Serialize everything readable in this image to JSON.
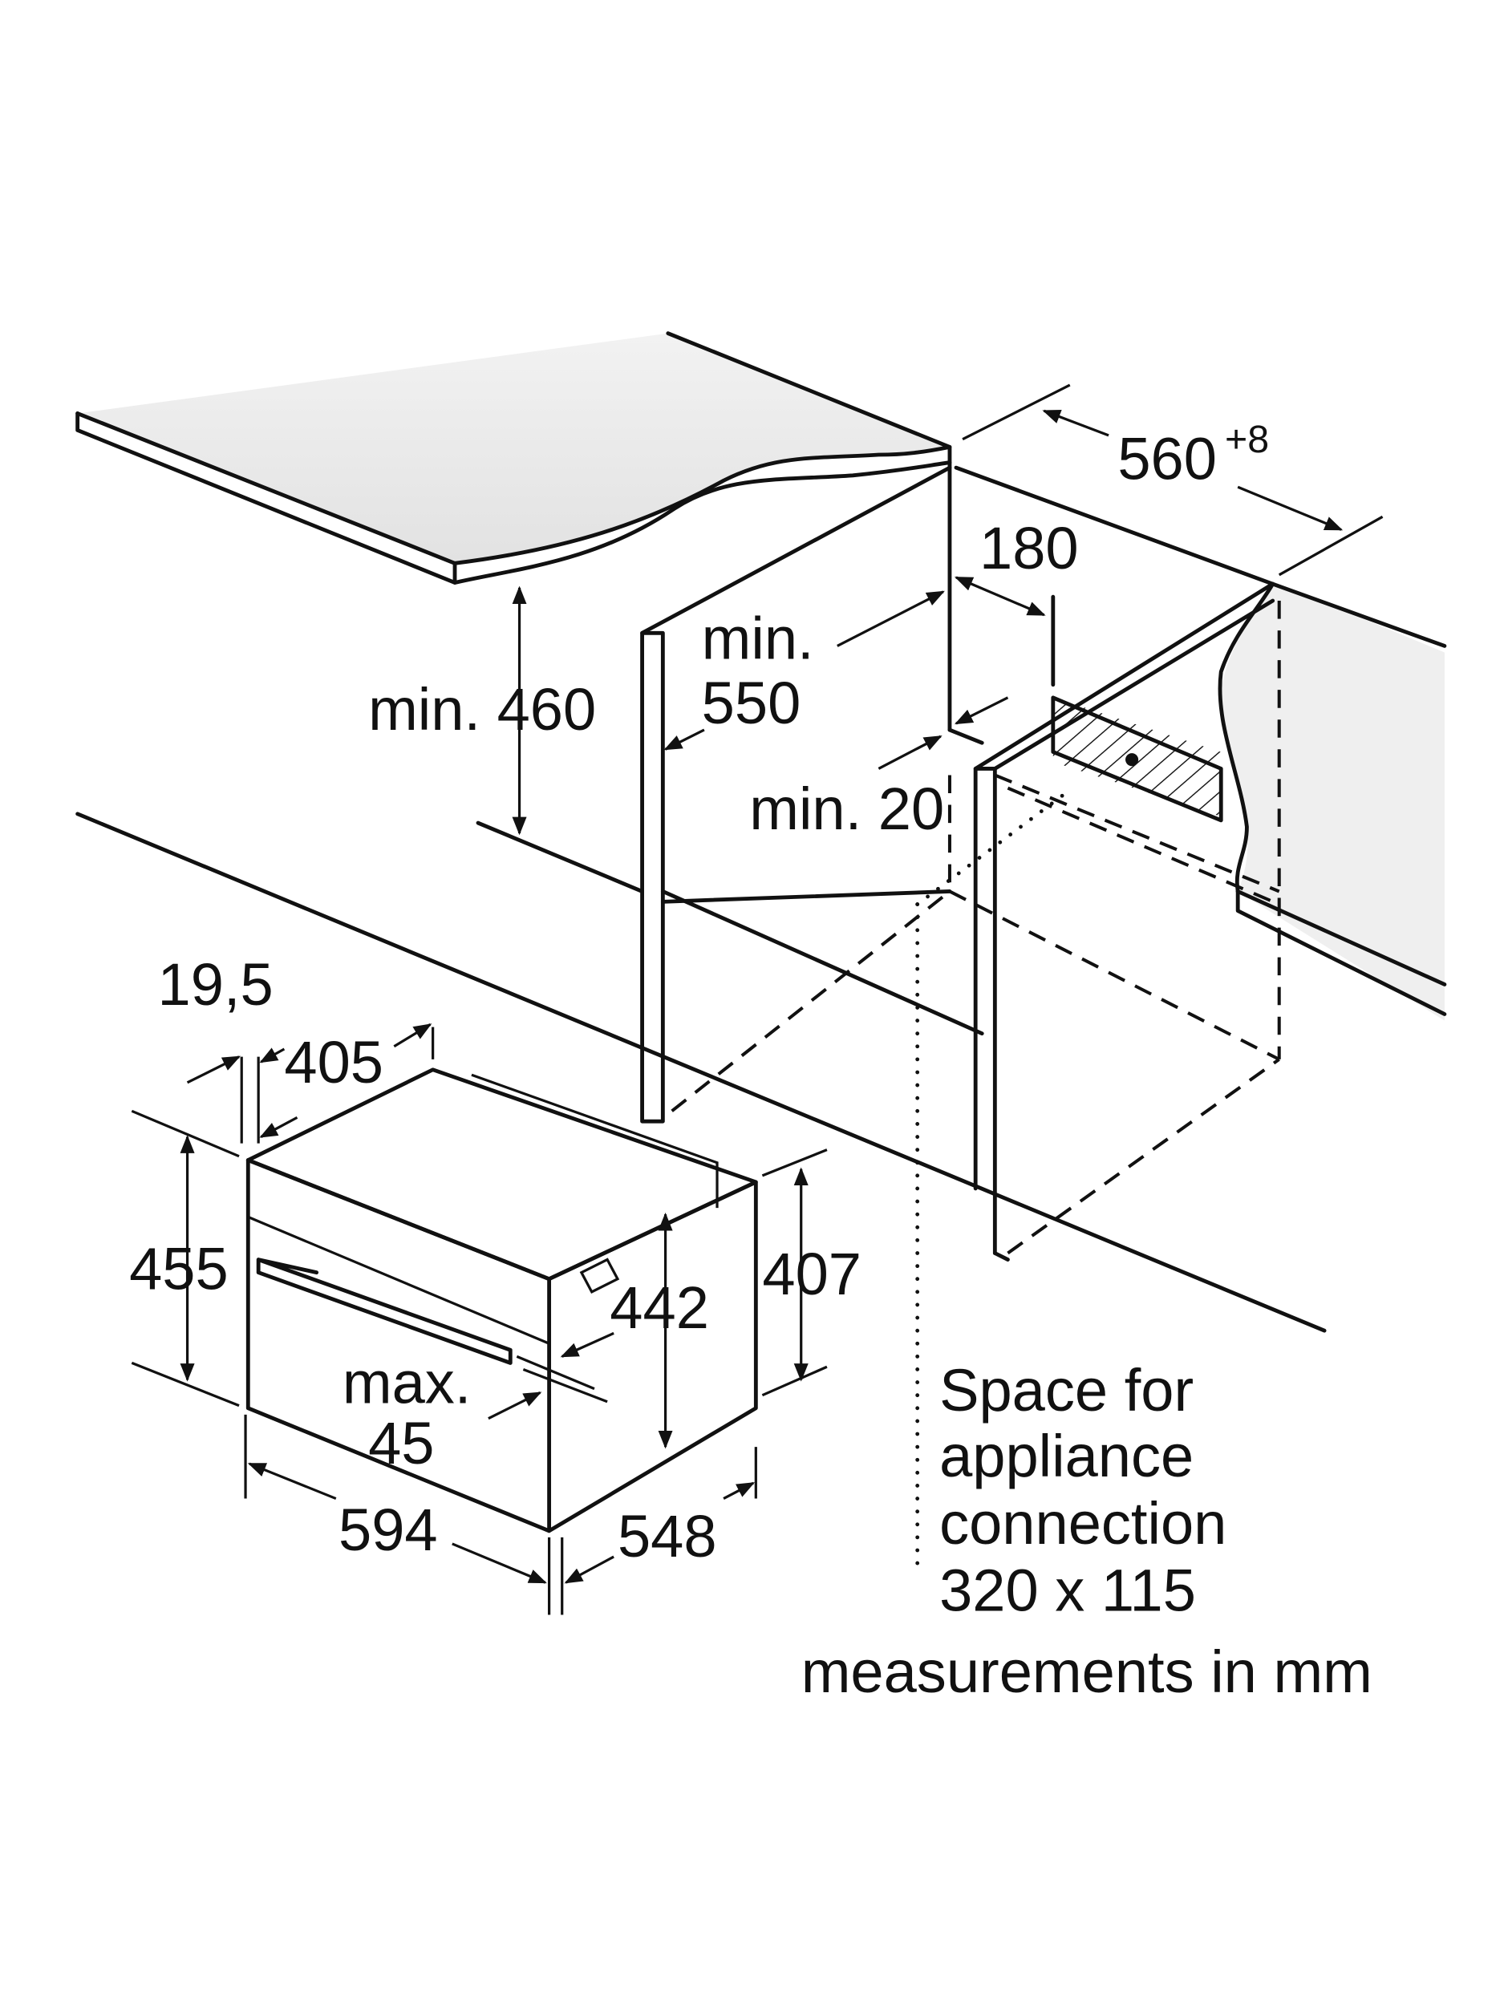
{
  "diagram": {
    "title": "Built-in compact oven installation dimensions",
    "labels": {
      "width_niche": "560",
      "width_niche_tolerance": "+8",
      "depth_180": "180",
      "min_550_line1": "min.",
      "min_550_line2": "550",
      "min_460": "min. 460",
      "min_20": "min. 20",
      "d19_5": "19,5",
      "d405": "405",
      "d455": "455",
      "d442": "442",
      "d407": "407",
      "max45_line1": "max.",
      "max45_line2": "45",
      "d594": "594",
      "d548": "548"
    },
    "connection_note": [
      "Space for",
      "appliance",
      "connection",
      "320 x 115"
    ],
    "units_note": "measurements in mm",
    "colors": {
      "line": "#111111",
      "worktop": "#e6e6e6"
    }
  }
}
